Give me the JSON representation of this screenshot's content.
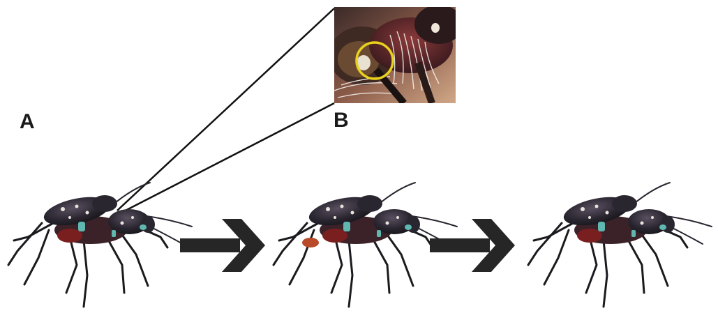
{
  "panels": {
    "label_a": "A",
    "label_b": "B"
  },
  "colors": {
    "background": "#ffffff",
    "beetle_body": "#2a2630",
    "beetle_sheen": "#4a3f52",
    "teal_marking": "#5fb7b0",
    "red_abdomen": "#7a1f1f",
    "arrow": "#262626",
    "highlight_circle": "#e8d21c",
    "inset_bg": "#b89070"
  },
  "icons": {
    "arrow_1": "right-chevron-arrow",
    "arrow_2": "right-chevron-arrow"
  }
}
